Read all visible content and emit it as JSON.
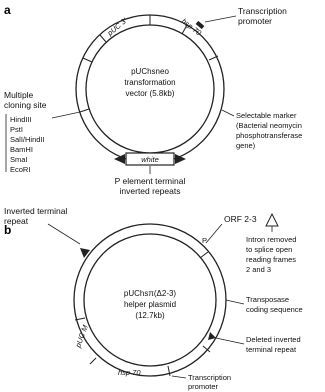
{
  "panel_a": {
    "letter": "a",
    "plasmid_name": [
      "pUChsneo",
      "transformation",
      "vector (5.8kb)"
    ],
    "segments": {
      "puc": "pUC 3'",
      "hsp": "hsp 70",
      "white": "white"
    },
    "transcription_promoter": [
      "Transcription",
      "promoter"
    ],
    "selectable_marker": [
      "Selectable marker",
      "(Bacterial neomycin",
      "phosphotransferase",
      "gene)"
    ],
    "p_element_repeats": [
      "P element terminal",
      "inverted repeats"
    ],
    "mcs_title": [
      "Multiple",
      "cloning site"
    ],
    "mcs_sites": [
      "HindIII",
      "PstI",
      "SalI/HindII",
      "BamHI",
      "SmaI",
      "EcoRI"
    ]
  },
  "panel_b": {
    "letter": "b",
    "plasmid_name": [
      "pUChsπ(Δ2-3)",
      "helper plasmid",
      "(12.7kb)"
    ],
    "segments": {
      "puc": "pUC M",
      "hsp": "hsp 70"
    },
    "inverted_repeat": [
      "Inverted terminal",
      "repeat"
    ],
    "orf": "ORF 2-3",
    "intron_note": [
      "Intron removed",
      "to splice open",
      "reading frames",
      "2 and 3"
    ],
    "transposase": [
      "Transposase",
      "coding sequence"
    ],
    "deleted_repeat": [
      "Deleted inverted",
      "terminal repeat"
    ],
    "transcription_promoter": [
      "Transcription",
      "promoter"
    ]
  }
}
